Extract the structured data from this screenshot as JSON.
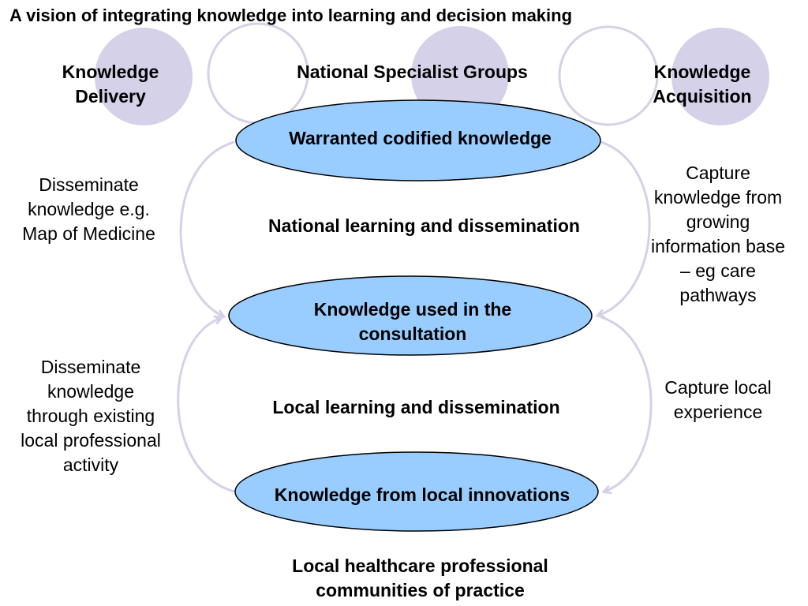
{
  "title": "A vision of integrating knowledge into learning and decision making",
  "colors": {
    "filled_circle": "#d4d1e8",
    "circle_outline": "#d4d1e8",
    "ellipse_fill": "#99ccff",
    "ellipse_stroke": "#000000",
    "arrow_color": "#d4d1e8"
  },
  "header": {
    "delivery": "Knowledge\nDelivery",
    "specialist": "National Specialist Groups",
    "acquisition": "Knowledge\nAcquisition"
  },
  "ellipses": {
    "warranted": "Warranted codified knowledge",
    "consultation": "Knowledge used in the\nconsultation",
    "innovations": "Knowledge from local innovations"
  },
  "labels": {
    "national": "National learning and dissemination",
    "local": "Local learning and dissemination",
    "left_top": "Disseminate\nknowledge e.g.\nMap of Medicine",
    "left_bottom": "Disseminate\nknowledge\nthrough existing\nlocal professional\nactivity",
    "right_top": "Capture\nknowledge from\ngrowing\ninformation base\n– eg care\npathways",
    "right_bottom": "Capture local\nexperience",
    "footer": "Local healthcare professional\ncommunities of practice"
  }
}
